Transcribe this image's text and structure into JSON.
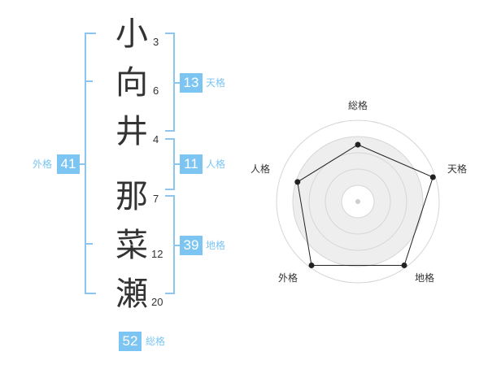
{
  "name": {
    "characters": [
      {
        "char": "小",
        "strokes": "3"
      },
      {
        "char": "向",
        "strokes": "6"
      },
      {
        "char": "井",
        "strokes": "4"
      },
      {
        "char": "那",
        "strokes": "7"
      },
      {
        "char": "菜",
        "strokes": "12"
      },
      {
        "char": "瀬",
        "strokes": "20"
      }
    ]
  },
  "fortunes": {
    "tenkaku": {
      "value": "13",
      "label": "天格"
    },
    "jinkaku": {
      "value": "11",
      "label": "人格"
    },
    "chikaku": {
      "value": "39",
      "label": "地格"
    },
    "gaikaku": {
      "value": "41",
      "label": "外格"
    },
    "soukaku": {
      "value": "52",
      "label": "総格"
    }
  },
  "colors": {
    "accent": "#7cc5f2",
    "bracket": "#8cc6ee",
    "text": "#333333"
  },
  "chart_data": {
    "type": "radar",
    "axes": [
      "総格",
      "天格",
      "地格",
      "外格",
      "人格"
    ],
    "rings": 5,
    "values": [
      0.7,
      0.97,
      0.97,
      0.97,
      0.78
    ]
  }
}
